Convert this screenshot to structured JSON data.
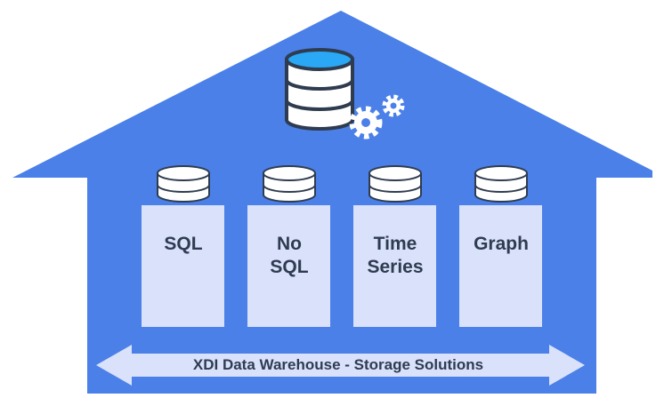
{
  "diagram": {
    "colors": {
      "house": "#4a80e8",
      "panel": "#d9e1fb",
      "db_top": "#2aa7f5",
      "db_body": "#ffffff",
      "outline": "#2f3c50"
    },
    "icons": [
      "database-icon",
      "gears-icon"
    ],
    "columns": [
      {
        "label": "SQL"
      },
      {
        "label": "No\nSQL"
      },
      {
        "label": "Time\nSeries"
      },
      {
        "label": "Graph"
      }
    ],
    "arrow_label": "XDI Data Warehouse - Storage Solutions"
  }
}
